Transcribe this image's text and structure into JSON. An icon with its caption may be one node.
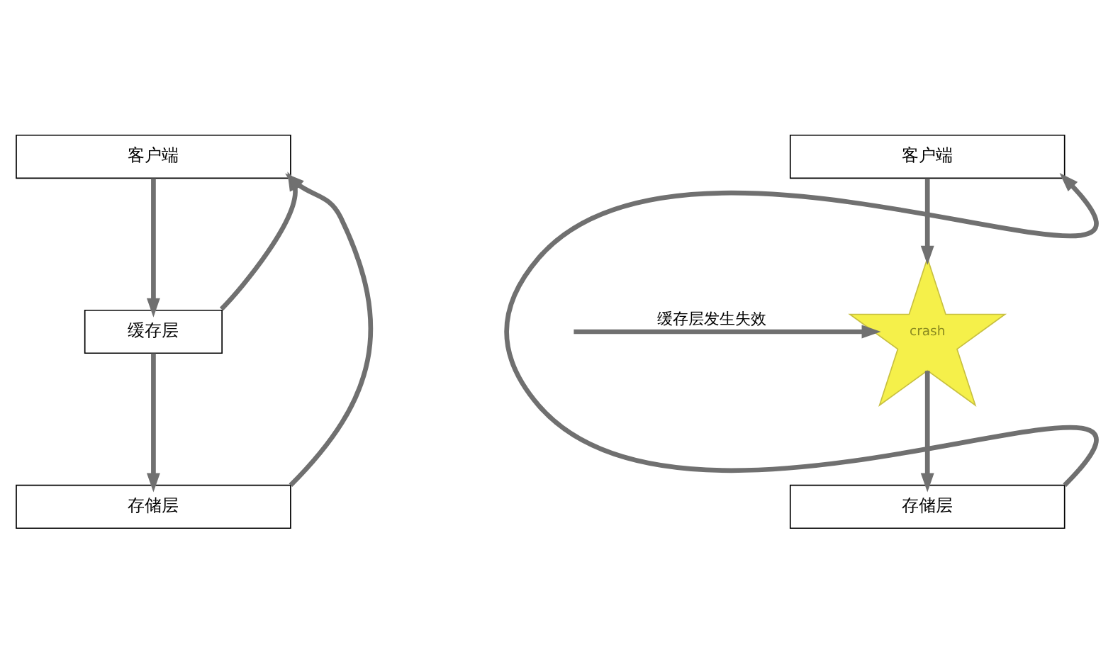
{
  "diagram": {
    "nodes": [
      {
        "text": [
          "客户端"
        ]
      },
      {
        "text": [
          "缓存层"
        ]
      },
      {
        "text": [
          "存储层"
        ]
      },
      {
        "text": [
          "客户端"
        ]
      },
      {
        "text": [
          "crash"
        ]
      },
      {
        "text": [
          "存储层"
        ]
      }
    ],
    "edges": [
      {
        "from": 0,
        "to": 1,
        "arrow": "to"
      },
      {
        "from": 1,
        "to": 0,
        "arrow": "to"
      },
      {
        "from": 1,
        "to": 2,
        "arrow": "to"
      },
      {
        "from": 2,
        "to": 0,
        "arrow": "to"
      },
      {
        "from": null,
        "to": 4,
        "arrow": "to",
        "label": "缓存层发生失效"
      },
      {
        "from": 3,
        "to": 4,
        "arrow": "to"
      },
      {
        "from": 4,
        "to": 5,
        "arrow": "to"
      },
      {
        "from": 5,
        "to": 3,
        "arrow": "to"
      }
    ]
  }
}
